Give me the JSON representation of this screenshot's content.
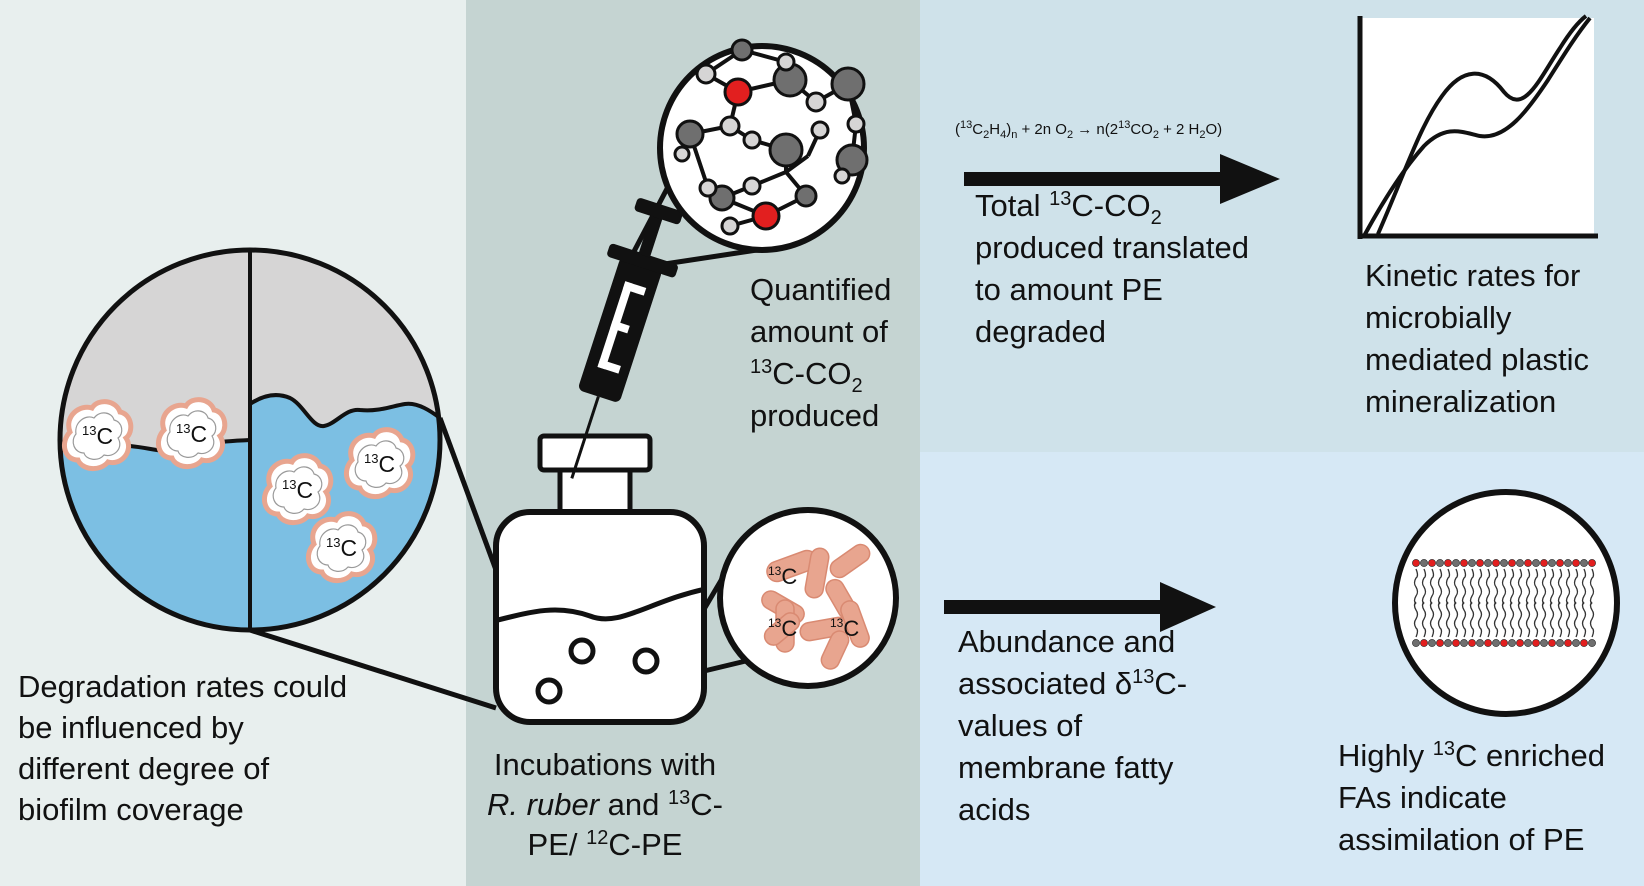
{
  "colors": {
    "panel_left": "#e8efee",
    "panel_middle": "#c5d4d2",
    "panel_top_right": "#cfe2ea",
    "panel_bottom_right": "#d6e8f5",
    "water": "#7cbfe3",
    "headspace": "#d6d5d5",
    "bacteria": "#e8a58f",
    "oxygen_atom": "#e21f1f",
    "carbon_atom": "#6f6f6f"
  },
  "icons": {
    "syringe": "syringe-icon",
    "bottle": "incubation-bottle-icon",
    "molecule": "molecule-zoom-icon",
    "bacteria": "bacteria-zoom-icon",
    "membrane": "lipid-bilayer-icon",
    "kinetics": "kinetic-curve-icon",
    "biofilm": "biofilm-comparison-icon"
  },
  "labels": {
    "degradation": {
      "line1": "Degradation rates could",
      "line2": "be influenced by",
      "line3": "different degree of",
      "line4": "biofilm coverage"
    },
    "incubation": {
      "line1": "Incubations with",
      "line2_italic": "R. ruber",
      "line2_rest": " and ",
      "line2_sup": "13",
      "line2_end": "C-",
      "line3_start": "PE/ ",
      "line3_sup": "12",
      "line3_end": "C-PE"
    },
    "quantified": {
      "line1": "Quantified",
      "line2": "amount of",
      "line3_sup": "13",
      "line3_main": "C-CO",
      "line3_sub": "2",
      "line4": "produced"
    },
    "equation": {
      "p_open": "(",
      "sup13a": "13",
      "c": "C",
      "sub2a": "2",
      "h": "H",
      "sub4": "4",
      "p_close": ")",
      "subn": "n",
      "mid": " + 2n O",
      "sub2b": "2",
      "arrow": " → n(2",
      "sup13b": "13",
      "co": "CO",
      "sub2c": "2",
      "tail": " + 2 H",
      "sub2d": "2",
      "end": "O)"
    },
    "total": {
      "line1_start": "Total ",
      "line1_sup": "13",
      "line1_main": "C-CO",
      "line1_sub": "2",
      "line2": "produced translated",
      "line3": "to amount PE",
      "line4": "degraded"
    },
    "kinetic": {
      "line1": "Kinetic rates for",
      "line2": "microbially",
      "line3": "mediated plastic",
      "line4": "mineralization"
    },
    "abundance": {
      "line1": "Abundance and",
      "line2_start": "associated δ",
      "line2_sup": "13",
      "line2_end": "C-",
      "line3": "values of",
      "line4": "membrane fatty",
      "line5": "acids"
    },
    "enriched": {
      "line1_start": "Highly ",
      "line1_sup": "13",
      "line1_end": "C enriched",
      "line2": "FAs indicate",
      "line3": "assimilation of PE"
    },
    "isotope_tag": {
      "sup": "13",
      "main": "C"
    }
  }
}
